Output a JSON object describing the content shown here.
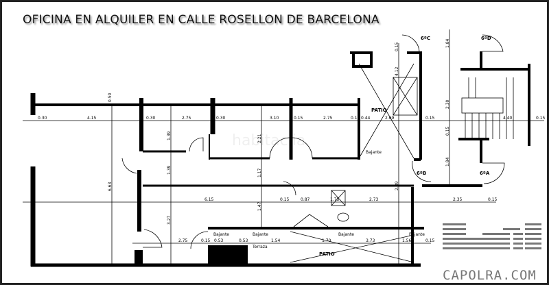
{
  "title": "OFICINA EN ALQUILER EN CALLE ROSELLON DE BARCELONA",
  "watermark": "habitaclia",
  "logo": {
    "text": "CAPOLRA.COM",
    "color": "#777777"
  },
  "plan": {
    "rooms": {
      "patio_top": "PATIO",
      "patio_bottom": "PATIO",
      "terraza": "Terraza",
      "unit_6a": "6ºA",
      "unit_6b": "6ºB",
      "unit_6c": "6ºC",
      "unit_6d": "6ºD",
      "bajante": "Bajante"
    },
    "dims_top": [
      "0.30",
      "4.15",
      "0.30",
      "2.75",
      "0.30",
      "3.10",
      "0.15",
      "2.75",
      "0.15",
      "0.44",
      "2.69",
      "0.15",
      "4.40",
      "0.15"
    ],
    "dims_vertical": [
      "0.50",
      "1.39",
      "1.39",
      "6.63",
      "2.21",
      "1.17",
      "4.12",
      "0.15",
      "1.84",
      "2.30",
      "0.15",
      "1.84",
      "2.89",
      "1.47",
      "3.27"
    ],
    "dims_middle": [
      "6.15",
      "0.15",
      "0.87",
      "1.75",
      "2.73",
      "2.35",
      "0.15"
    ],
    "dims_bottom": [
      "2.75",
      "0.15",
      "0.53",
      "0.53",
      "1.54",
      "1.70",
      "3.73",
      "1.56",
      "0.15"
    ]
  }
}
